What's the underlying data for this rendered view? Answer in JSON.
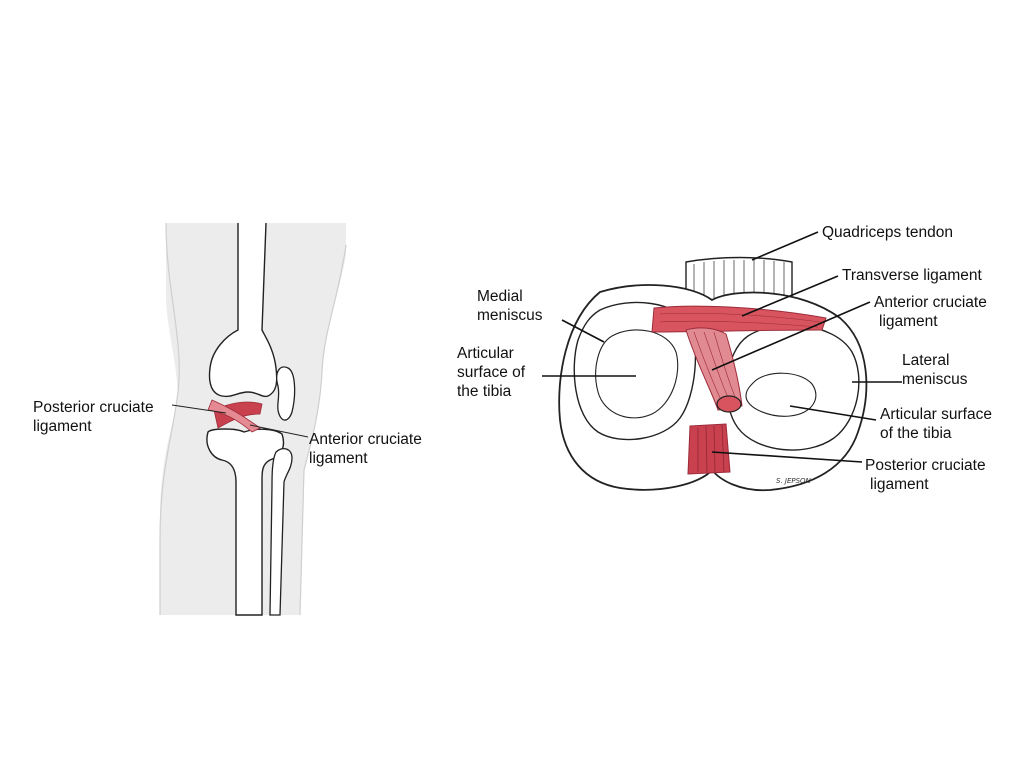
{
  "colors": {
    "ligament": "#c9404f",
    "ligament_light": "#e58a93",
    "leg_fill": "#ececec",
    "bone_fill": "#ffffff",
    "outline": "#222222"
  },
  "left_figure": {
    "labels": {
      "posterior_cruciate": [
        "Posterior cruciate",
        "ligament"
      ],
      "anterior_cruciate": [
        "Anterior cruciate",
        "ligament"
      ]
    }
  },
  "right_figure": {
    "labels": {
      "quadriceps_tendon": [
        "Quadriceps tendon"
      ],
      "transverse_ligament": [
        "Transverse ligament"
      ],
      "anterior_cruciate": [
        "Anterior cruciate",
        "ligament"
      ],
      "medial_meniscus": [
        "Medial",
        "meniscus"
      ],
      "articular_surface_medial": [
        "Articular",
        "surface of",
        "the tibia"
      ],
      "lateral_meniscus": [
        "Lateral",
        "meniscus"
      ],
      "articular_surface_lateral": [
        "Articular surface",
        "of the tibia"
      ],
      "posterior_cruciate": [
        "Posterior cruciate",
        "ligament"
      ]
    },
    "signature": "S. JEPSON"
  }
}
